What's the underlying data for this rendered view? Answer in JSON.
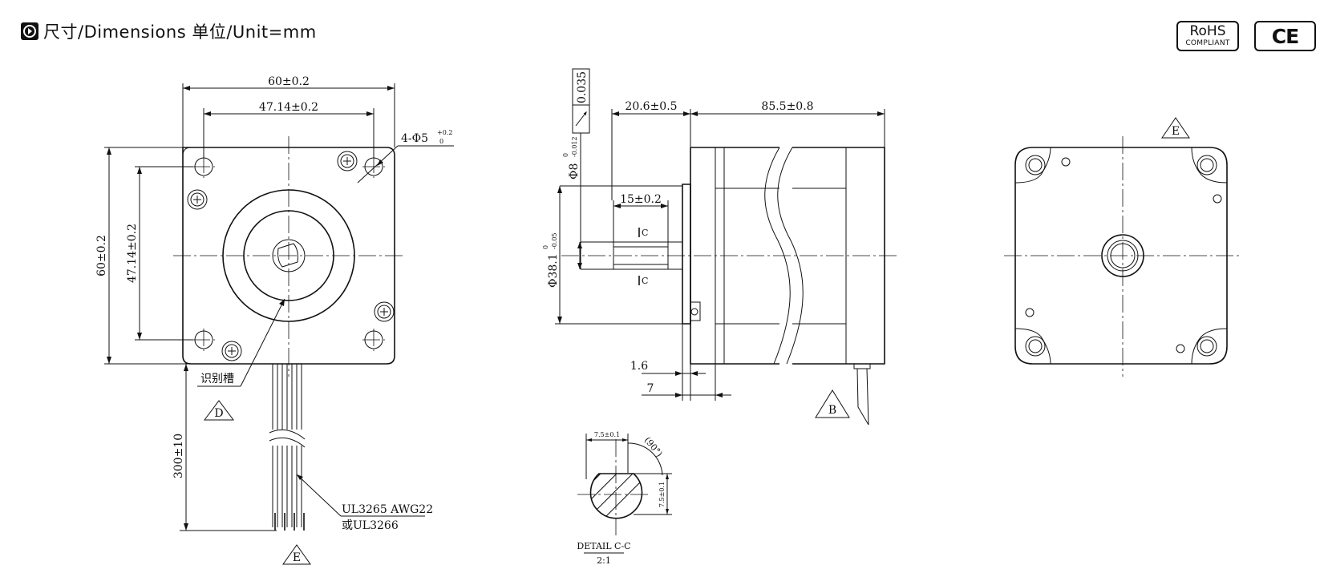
{
  "header": {
    "title": "尺寸/Dimensions 单位/Unit=mm",
    "icon": "circled-arrow-icon"
  },
  "badges": {
    "rohs_line1": "RoHS",
    "rohs_line2": "COMPLIANT",
    "ce": "CE"
  },
  "front_view": {
    "dim_width": "60±0.2",
    "dim_hole_spacing_h": "47.14±0.2",
    "dim_height": "60±0.2",
    "dim_hole_spacing_v": "47.14±0.2",
    "hole_callout": "4-Φ5",
    "hole_tol_upper": "+0.2",
    "hole_tol_lower": "0",
    "groove_label": "识别槽",
    "view_d": "D",
    "lead_length": "300±10",
    "wire_spec_1": "UL3265 AWG22",
    "wire_spec_2": "或UL3266",
    "view_e": "E"
  },
  "side_view": {
    "runout": "0.035",
    "shaft_dia": "Φ8",
    "shaft_tol_upper": "0",
    "shaft_tol_lower": "-0.012",
    "boss_dia": "Φ38.1",
    "boss_tol_upper": "0",
    "boss_tol_lower": "-0.05",
    "shaft_length": "20.6±0.5",
    "body_length": "85.5±0.8",
    "flat_length": "15±0.2",
    "section_c": "C",
    "boss_height": "1.6",
    "flange_thickness": "7",
    "view_b": "B"
  },
  "detail": {
    "dim_h": "7.5±0.1",
    "dim_v": "7.5±0.1",
    "angle": "(90°)",
    "title": "DETAIL C-C",
    "scale": "2:1"
  },
  "rear_view": {
    "view_e": "E"
  }
}
